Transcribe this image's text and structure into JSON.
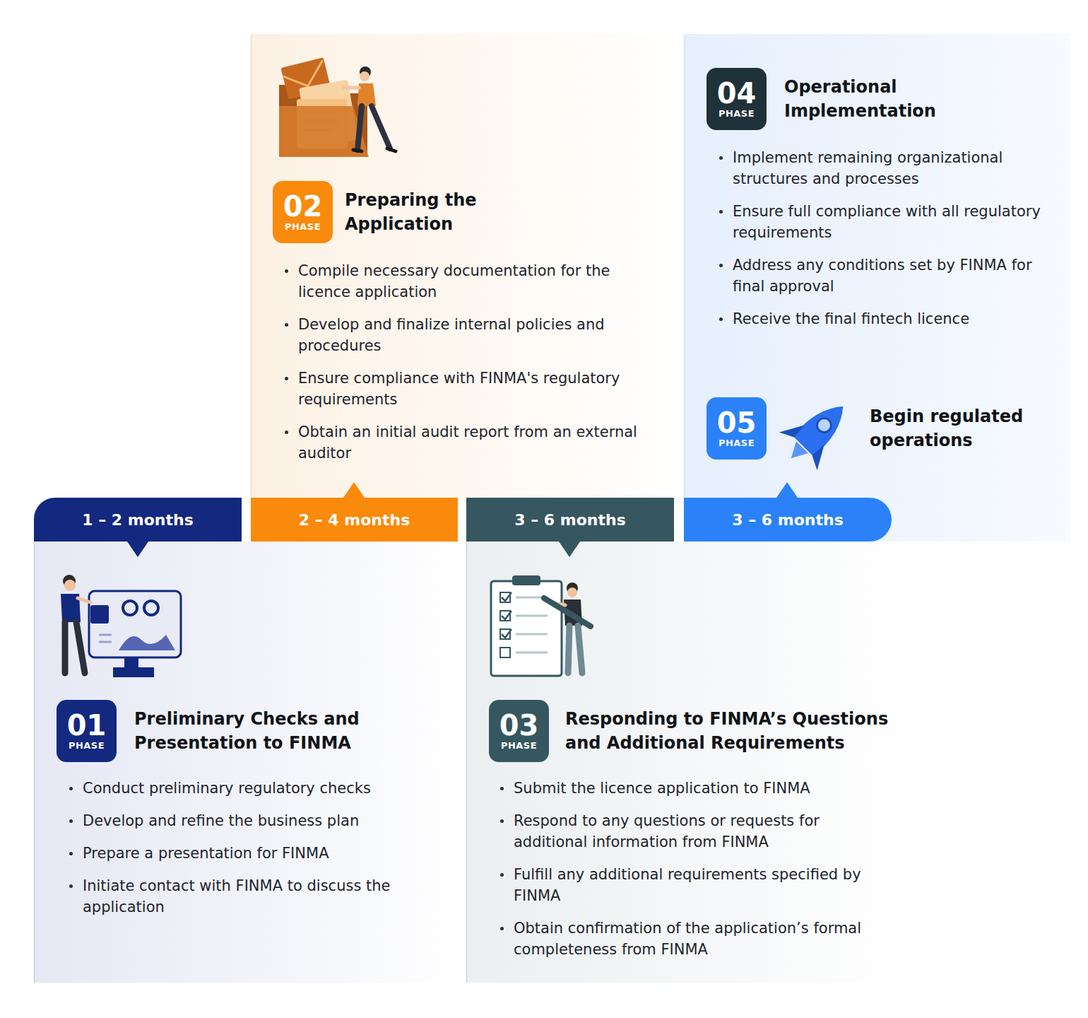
{
  "diagram": {
    "nodes": [
      {
        "text": [
          "Preliminary Checks and Presentation to FINMA",
          "Conduct preliminary regulatory checks",
          "Develop and refine the business plan",
          "Prepare a presentation for FINMA",
          "Initiate contact with FINMA to discuss the application"
        ]
      },
      {
        "text": [
          "01",
          "PHASE"
        ],
        "in": 0
      },
      {
        "text": [
          "Preparing the Application",
          "Compile necessary documentation for the licence application",
          "Develop and finalize internal policies and procedures",
          "Ensure compliance with FINMA's regulatory requirements",
          "Obtain an initial audit report from an external auditor"
        ]
      },
      {
        "text": [
          "02",
          "PHASE"
        ],
        "in": 2
      },
      {
        "text": [
          "Responding to FINMA’s Questions and Additional Requirements",
          "Submit the licence application to FINMA",
          "Respond to any questions or requests for additional information from FINMA",
          "Fulfill any additional requirements specified by FINMA",
          "Obtain confirmation of the application’s formal completeness from FINMA"
        ]
      },
      {
        "text": [
          "03",
          "PHASE"
        ],
        "in": 4
      },
      {
        "text": [
          "Operational Implementation",
          "Implement remaining organizational structures and processes",
          "Ensure full compliance with all regulatory requirements",
          "Address any conditions set by FINMA for final approval",
          "Receive the final fintech licence"
        ]
      },
      {
        "text": [
          "04",
          "PHASE"
        ],
        "in": 6
      },
      {
        "text": [
          "05",
          "PHASE",
          "Begin regulated operations"
        ],
        "in": 6
      },
      {
        "text": [
          "1 – 2 months"
        ]
      },
      {
        "text": [
          "2 – 4 months"
        ]
      },
      {
        "text": [
          "3 – 6 months"
        ]
      },
      {
        "text": [
          "3 – 6 months"
        ]
      }
    ]
  }
}
